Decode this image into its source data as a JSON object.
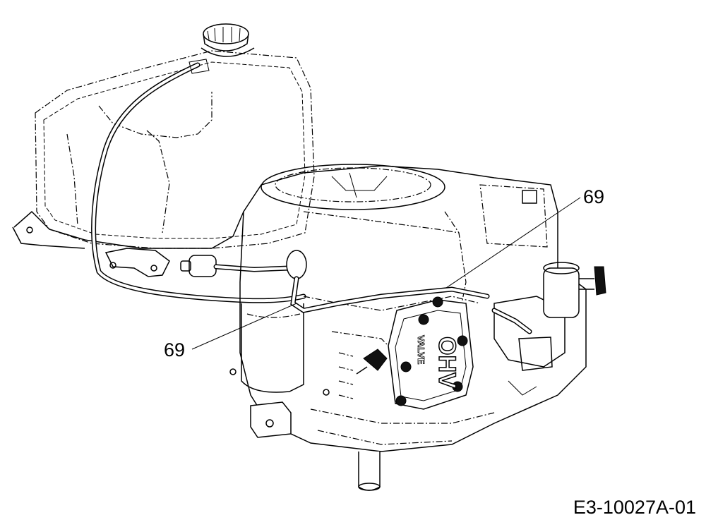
{
  "callouts": {
    "top": "69",
    "left": "69"
  },
  "drawing_number": "E3-10027A-01",
  "engine": {
    "valve_cover_text": "OHV",
    "valve_cover_subtext": "VALVE"
  }
}
